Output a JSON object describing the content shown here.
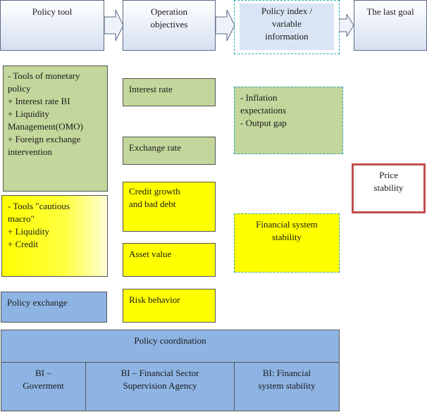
{
  "headers": {
    "policy_tool": "Policy tool",
    "operation_objectives": "Operation\nobjectives",
    "policy_index": "Policy index /\nvariable\ninformation",
    "last_goal": "The last goal"
  },
  "monetary_tools": "- Tools  of monetary\npolicy\n+ Interest rate BI\n+ Liquidity\nManagement(OMO)\n+ Foreign exchange\nintervention",
  "macro_tools": "- Tools \"cautious\nmacro\"\n+ Liquidity\n+ Credit",
  "policy_exchange": "Policy  exchange",
  "operation": {
    "interest_rate": "Interest  rate",
    "exchange_rate": "Exchange  rate",
    "credit_growth": "Credit growth\nand bad debt",
    "asset_value": "Asset value",
    "risk_behavior": "Risk  behavior"
  },
  "indicators": {
    "inflation": "- Inflation\nexpectations\n- Output gap",
    "financial_stability": "Financial  system\nstability"
  },
  "price_stability": "Price\nstability",
  "coordination": {
    "title": "Policy  coordination",
    "cells": [
      "BI –\nGoverment",
      "BI – Financial  Sector\nSupervision  Agency",
      "BI: Financial\nsystem stability"
    ]
  },
  "colors": {
    "green": "#c3d69b",
    "yellow": "#ffff00",
    "blue": "#8eb4e3",
    "red_border": "#c0504d",
    "dash_border": "#2aa6b9"
  }
}
